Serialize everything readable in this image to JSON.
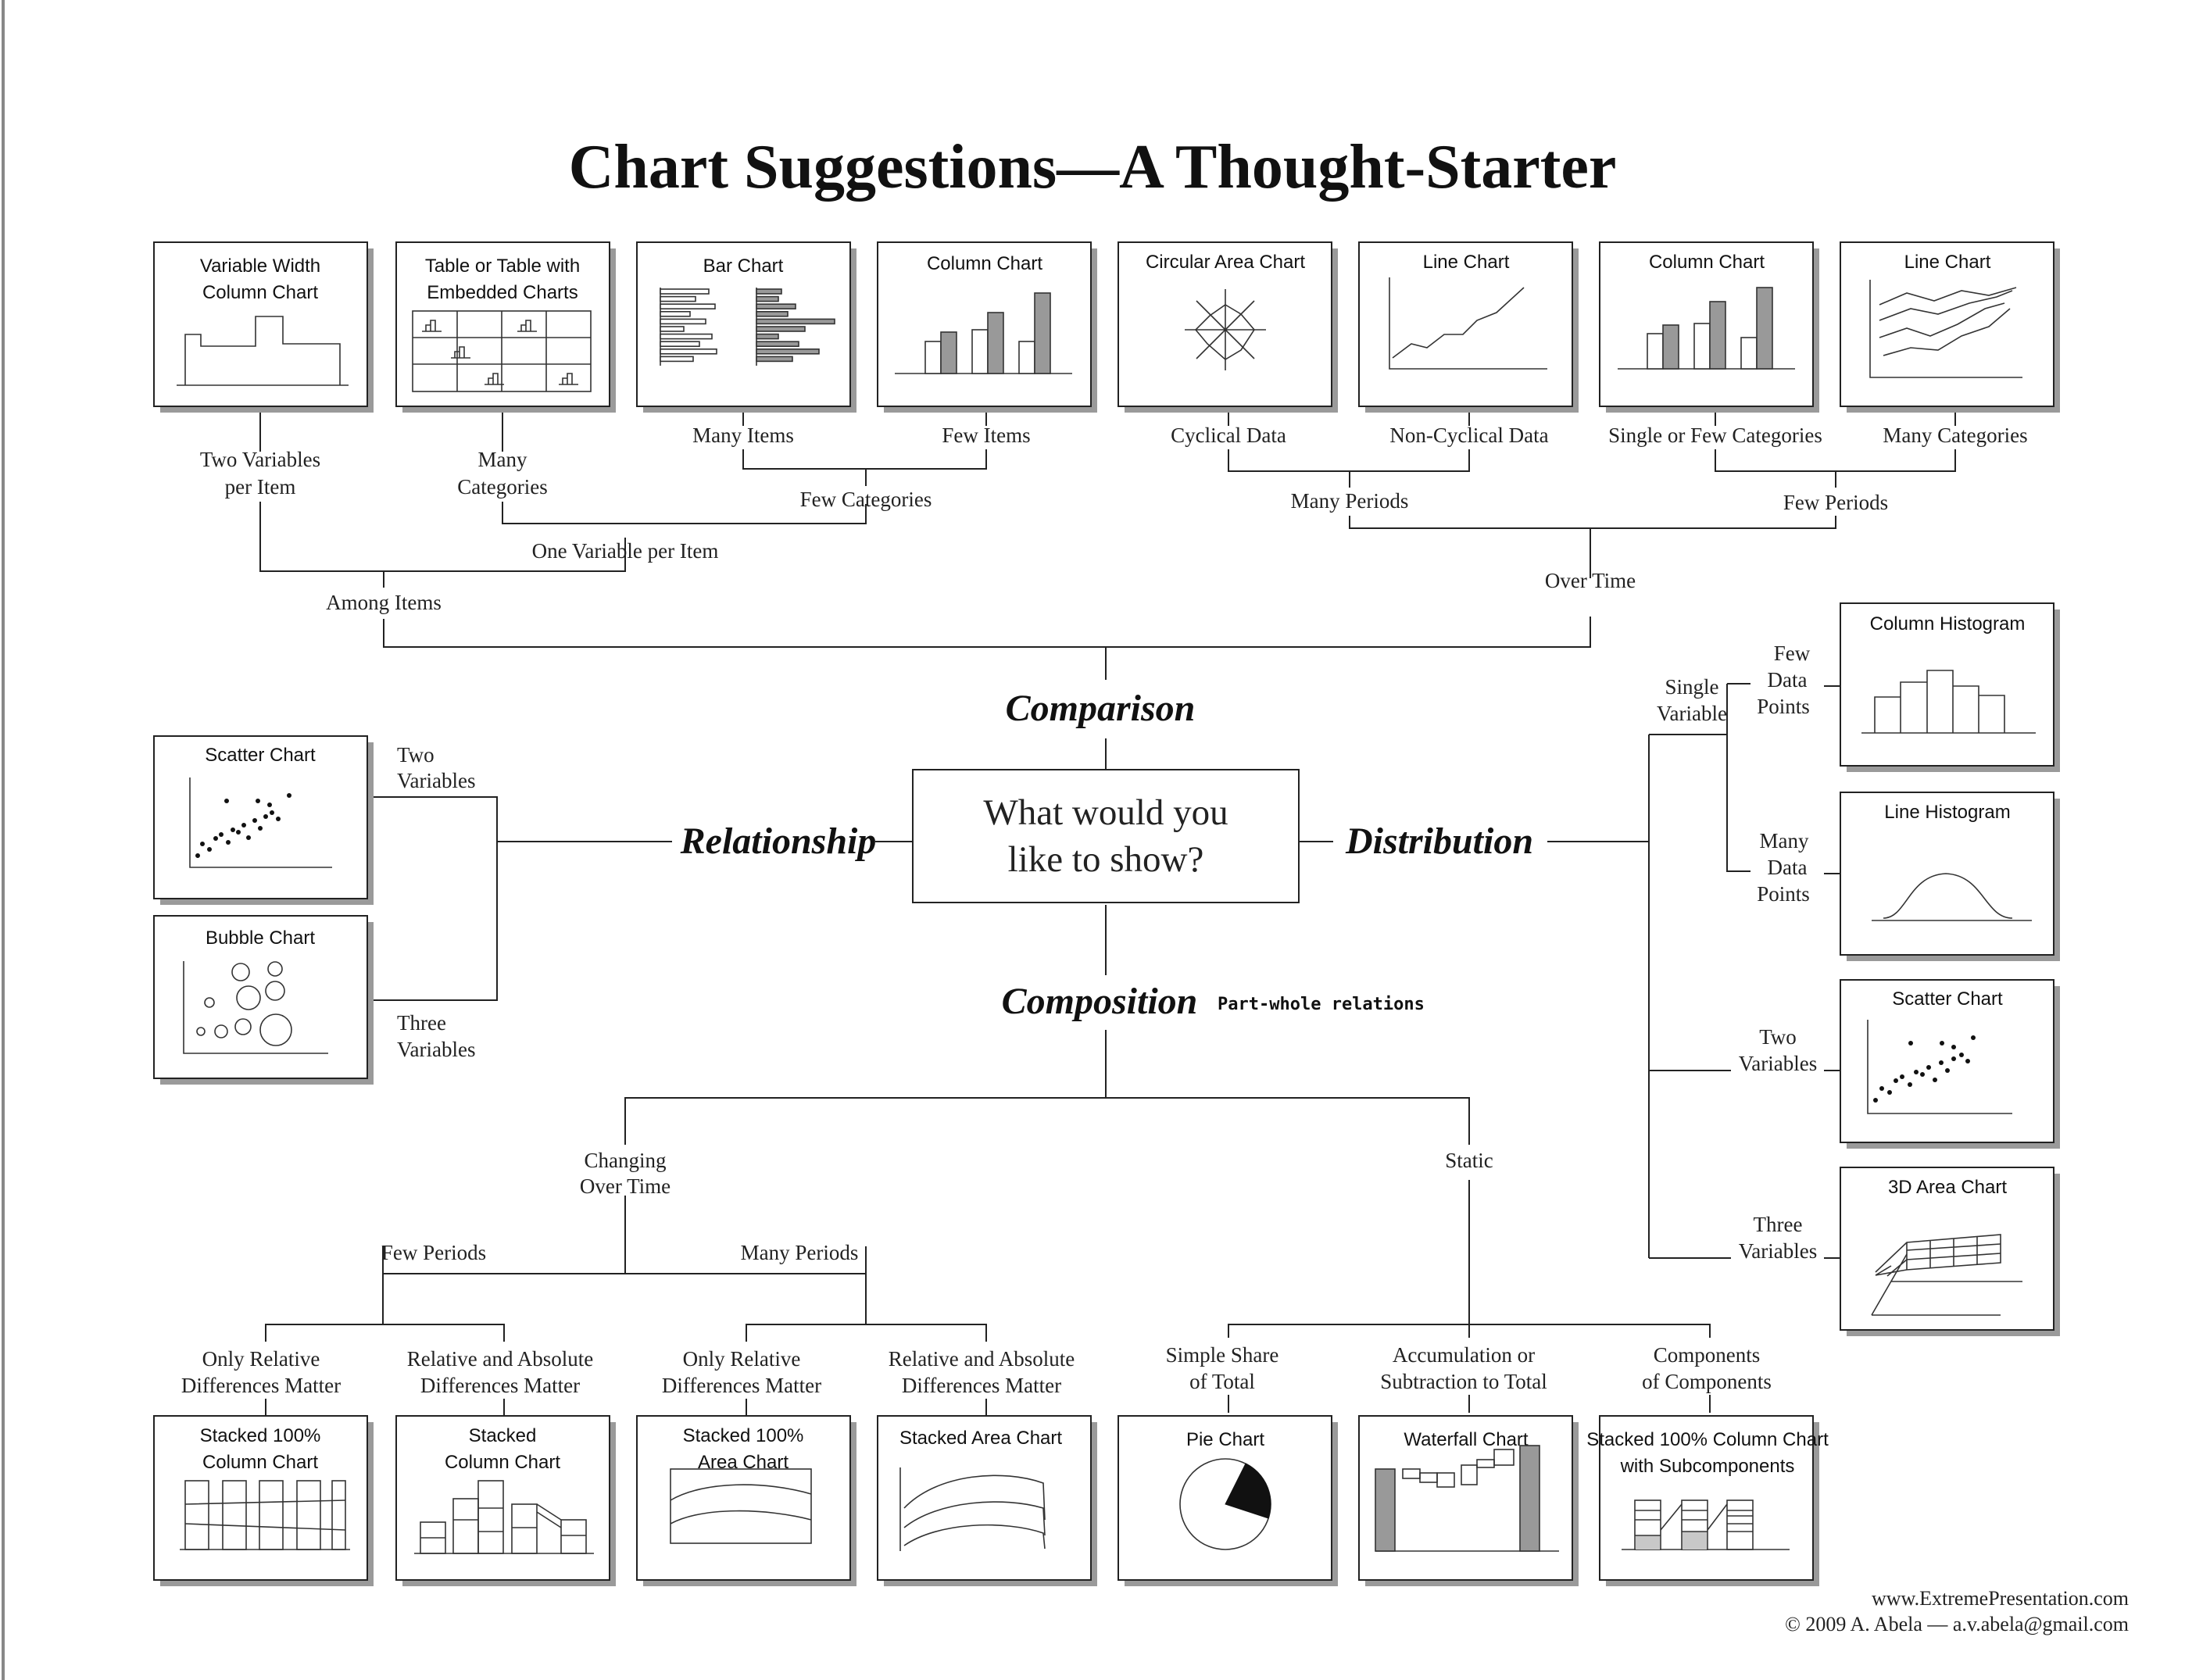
{
  "title": "Chart Suggestions—A Thought-Starter",
  "center_question": [
    "What would you",
    "like to show?"
  ],
  "categories": {
    "comparison": "Comparison",
    "relationship": "Relationship",
    "distribution": "Distribution",
    "composition": "Composition",
    "composition_note": "Part-whole relations"
  },
  "charts": {
    "variable_width": [
      "Variable Width",
      "Column Chart"
    ],
    "table_embedded": [
      "Table or Table with",
      "Embedded Charts"
    ],
    "bar": [
      "Bar Chart"
    ],
    "column_items": [
      "Column Chart"
    ],
    "circular_area": [
      "Circular Area Chart"
    ],
    "line_cyc": [
      "Line Chart"
    ],
    "column_time": [
      "Column Chart"
    ],
    "line_time": [
      "Line Chart"
    ],
    "scatter_rel": [
      "Scatter Chart"
    ],
    "bubble": [
      "Bubble Chart"
    ],
    "col_hist": [
      "Column Histogram"
    ],
    "line_hist": [
      "Line Histogram"
    ],
    "scatter_dist": [
      "Scatter Chart"
    ],
    "area3d": [
      "3D Area Chart"
    ],
    "stacked100_col": [
      "Stacked 100%",
      "Column Chart"
    ],
    "stacked_col": [
      "Stacked",
      "Column Chart"
    ],
    "stacked100_area": [
      "Stacked 100%",
      "Area Chart"
    ],
    "stacked_area": [
      "Stacked Area Chart"
    ],
    "pie": [
      "Pie Chart"
    ],
    "waterfall": [
      "Waterfall Chart"
    ],
    "stacked100_sub": [
      "Stacked 100% Column Chart",
      "with Subcomponents"
    ]
  },
  "labels": {
    "two_vars_per_item": [
      "Two Variables",
      "per Item"
    ],
    "many_categories_l": [
      "Many",
      "Categories"
    ],
    "many_items": "Many Items",
    "few_items": "Few Items",
    "few_categories": "Few Categories",
    "one_var_per_item": "One Variable per Item",
    "among_items": "Among Items",
    "cyclical": "Cyclical Data",
    "non_cyclical": "Non-Cyclical Data",
    "single_few_cat": "Single or Few Categories",
    "many_cat": "Many Categories",
    "many_periods_top": "Many Periods",
    "few_periods_top": "Few Periods",
    "over_time": "Over Time",
    "rel_two_vars": [
      "Two",
      "Variables"
    ],
    "rel_three_vars": [
      "Three",
      "Variables"
    ],
    "single_variable": [
      "Single",
      "Variable"
    ],
    "few_data_points": [
      "Few",
      "Data",
      "Points"
    ],
    "many_data_points": [
      "Many",
      "Data",
      "Points"
    ],
    "dist_two_vars": [
      "Two",
      "Variables"
    ],
    "dist_three_vars": [
      "Three",
      "Variables"
    ],
    "changing_over_time": [
      "Changing",
      "Over Time"
    ],
    "static": "Static",
    "few_periods_bot": "Few Periods",
    "many_periods_bot": "Many Periods",
    "only_relative_1": [
      "Only Relative",
      "Differences Matter"
    ],
    "rel_abs_1": [
      "Relative and Absolute",
      "Differences Matter"
    ],
    "only_relative_2": [
      "Only Relative",
      "Differences Matter"
    ],
    "rel_abs_2": [
      "Relative and Absolute",
      "Differences Matter"
    ],
    "simple_share": [
      "Simple Share",
      "of Total"
    ],
    "accumulation": [
      "Accumulation or",
      "Subtraction to Total"
    ],
    "components": [
      "Components",
      "of Components"
    ]
  },
  "footer": {
    "website": "www.ExtremePresentation.com",
    "copyright": "© 2009  A. Abela — a.v.abela@gmail.com"
  }
}
